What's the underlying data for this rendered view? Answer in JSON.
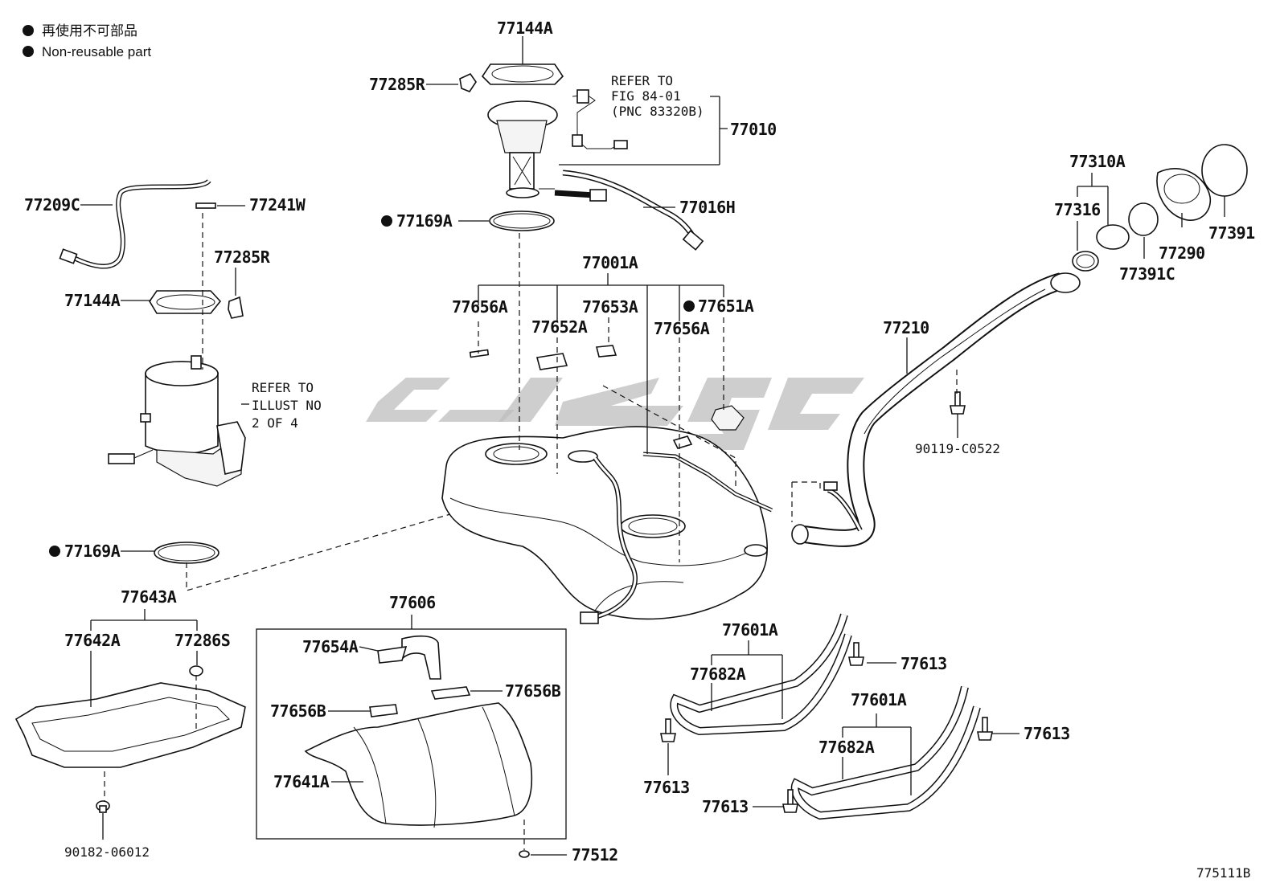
{
  "legend": {
    "line_jp": "再使用不可部品",
    "line_en": "Non-reusable part"
  },
  "notes": {
    "refer_fig": [
      "REFER TO",
      "FIG 84-01",
      "(PNC 83320B)"
    ],
    "refer_illust": [
      "REFER TO",
      "ILLUST NO",
      "2 OF 4"
    ]
  },
  "labels": {
    "p77144A_top": "77144A",
    "p77285R_top": "77285R",
    "p77010": "77010",
    "p77016H": "77016H",
    "p77169A_top": "77169A",
    "p77209C": "77209C",
    "p77241W": "77241W",
    "p77285R_left": "77285R",
    "p77144A_left": "77144A",
    "p77169A_left": "77169A",
    "p77001A": "77001A",
    "p77656A_1": "77656A",
    "p77652A": "77652A",
    "p77653A": "77653A",
    "p77651A": "77651A",
    "p77656A_2": "77656A",
    "p77310A": "77310A",
    "p77316": "77316",
    "p77290": "77290",
    "p77391": "77391",
    "p77391C": "77391C",
    "p77210": "77210",
    "p90119": "90119-C0522",
    "p77643A": "77643A",
    "p77642A": "77642A",
    "p77286S": "77286S",
    "p90182": "90182-06012",
    "p77606": "77606",
    "p77654A": "77654A",
    "p77656B_r": "77656B",
    "p77656B_l": "77656B",
    "p77641A": "77641A",
    "p77512": "77512",
    "p77601A_1": "77601A",
    "p77682A_1": "77682A",
    "p77613_1": "77613",
    "p77613_2": "77613",
    "p77601A_2": "77601A",
    "p77682A_2": "77682A",
    "p77613_3": "77613",
    "p77613_4": "77613"
  },
  "figure_id": "775111B",
  "non_reusable_marker": "●"
}
